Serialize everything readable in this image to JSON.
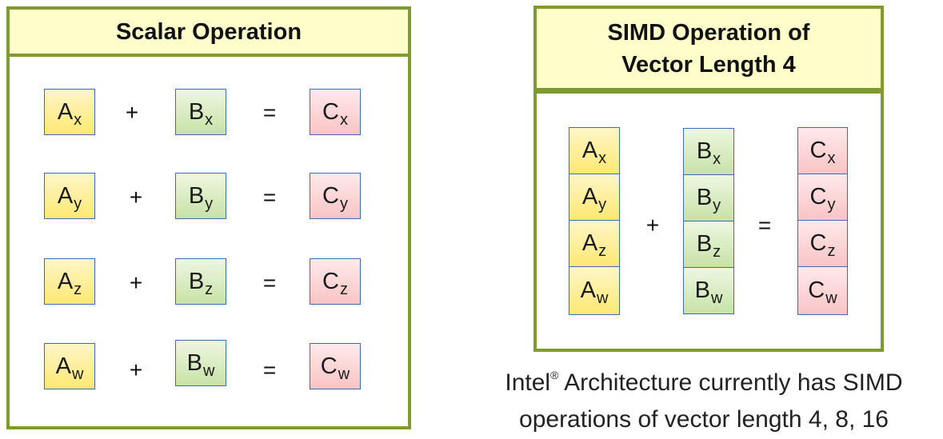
{
  "scalar": {
    "title": "Scalar Operation",
    "plus": "+",
    "equals": "=",
    "rows": [
      {
        "a_base": "A",
        "a_sub": "x",
        "b_base": "B",
        "b_sub": "x",
        "c_base": "C",
        "c_sub": "x"
      },
      {
        "a_base": "A",
        "a_sub": "y",
        "b_base": "B",
        "b_sub": "y",
        "c_base": "C",
        "c_sub": "y"
      },
      {
        "a_base": "A",
        "a_sub": "z",
        "b_base": "B",
        "b_sub": "z",
        "c_base": "C",
        "c_sub": "z"
      },
      {
        "a_base": "A",
        "a_sub": "w",
        "b_base": "B",
        "b_sub": "w",
        "c_base": "C",
        "c_sub": "w"
      }
    ]
  },
  "simd": {
    "title_line1": "SIMD Operation of",
    "title_line2": "Vector Length 4",
    "plus": "+",
    "equals": "=",
    "a": [
      {
        "base": "A",
        "sub": "x"
      },
      {
        "base": "A",
        "sub": "y"
      },
      {
        "base": "A",
        "sub": "z"
      },
      {
        "base": "A",
        "sub": "w"
      }
    ],
    "b": [
      {
        "base": "B",
        "sub": "x"
      },
      {
        "base": "B",
        "sub": "y"
      },
      {
        "base": "B",
        "sub": "z"
      },
      {
        "base": "B",
        "sub": "w"
      }
    ],
    "c": [
      {
        "base": "C",
        "sub": "x"
      },
      {
        "base": "C",
        "sub": "y"
      },
      {
        "base": "C",
        "sub": "z"
      },
      {
        "base": "C",
        "sub": "w"
      }
    ]
  },
  "caption": {
    "line1_brand": "Intel",
    "line1_mark": "®",
    "line1_rest": " Architecture currently has SIMD",
    "line2": "operations of vector length 4, 8, 16"
  },
  "colors": {
    "frame": "#7f9a2f",
    "title_fill": "#ffffcc",
    "cell_border": "#3d6bb5",
    "a_fill": "#ffe873",
    "b_fill": "#c7e2a6",
    "c_fill": "#f9c4c6"
  }
}
